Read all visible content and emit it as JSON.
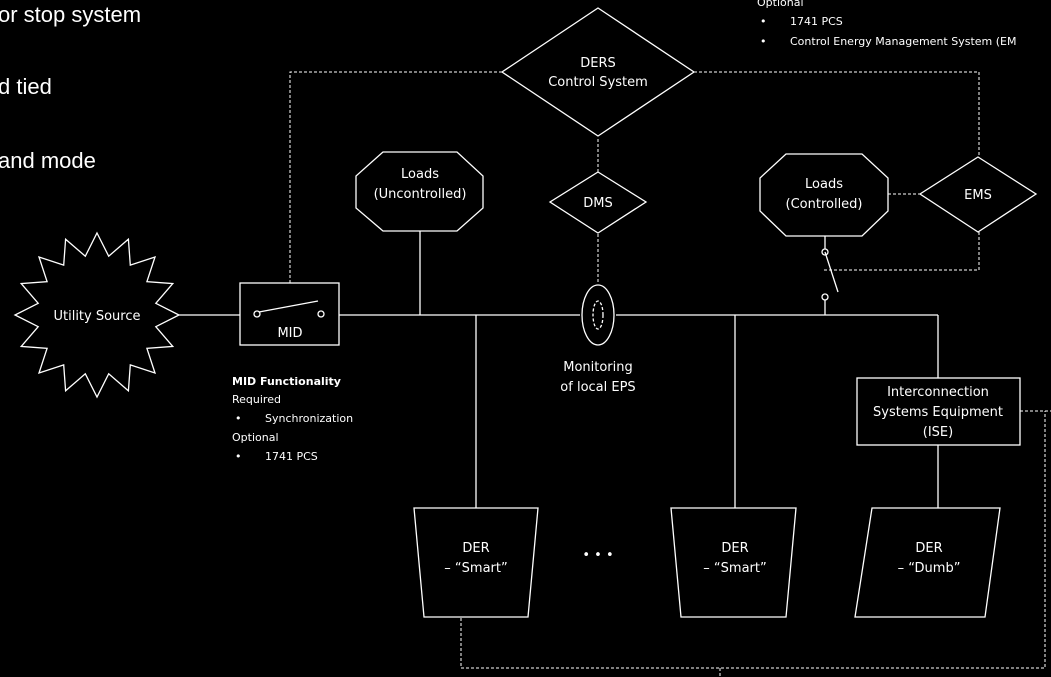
{
  "slide_text": {
    "line1": "or stop system",
    "line2": "d tied",
    "line3": "and mode"
  },
  "top_right_note": {
    "heading": "Optional",
    "items": [
      "1741 PCS",
      "Control Energy Management System (EM"
    ]
  },
  "nodes": {
    "ders_control": [
      "DERS",
      "Control System"
    ],
    "loads_uncontrolled": [
      "Loads",
      "(Uncontrolled)"
    ],
    "dms": "DMS",
    "loads_controlled": [
      "Loads",
      "(Controlled)"
    ],
    "ems": "EMS",
    "utility_source": "Utility Source",
    "mid": "MID",
    "monitoring": [
      "Monitoring",
      "of local EPS"
    ],
    "ise": [
      "Interconnection",
      "Systems Equipment",
      "(ISE)"
    ],
    "der_smart_1": [
      "DER",
      "– “Smart”"
    ],
    "der_smart_2": [
      "DER",
      "– “Smart”"
    ],
    "der_dumb": [
      "DER",
      "– “Dumb”"
    ],
    "ellipsis": "• • •"
  },
  "mid_functionality": {
    "title": "MID Functionality",
    "required_label": "Required",
    "required_items": [
      "Synchronization"
    ],
    "optional_label": "Optional",
    "optional_items": [
      "1741 PCS"
    ]
  },
  "colors": {
    "background": "#000000",
    "stroke": "#ffffff",
    "text": "#ffffff"
  }
}
